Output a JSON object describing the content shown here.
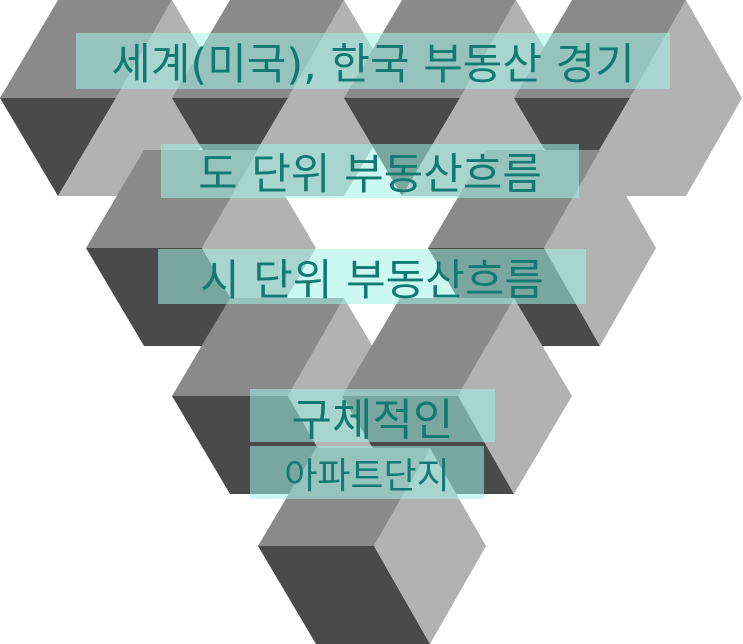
{
  "diagram": {
    "levels": [
      {
        "text": "세계(미국), 한국 부동산 경기"
      },
      {
        "text": "도 단위 부동산흐름"
      },
      {
        "text": "시 단위 부동산흐름"
      },
      {
        "text": "구체적인"
      },
      {
        "text": "아파트단지"
      }
    ]
  },
  "colors": {
    "cube_top": "#8a8a8a",
    "cube_left": "#4a4a4a",
    "cube_right": "#b2b2b2",
    "label_bg": "rgba(160,242,234,0.55)",
    "label_text": "#127a70"
  }
}
